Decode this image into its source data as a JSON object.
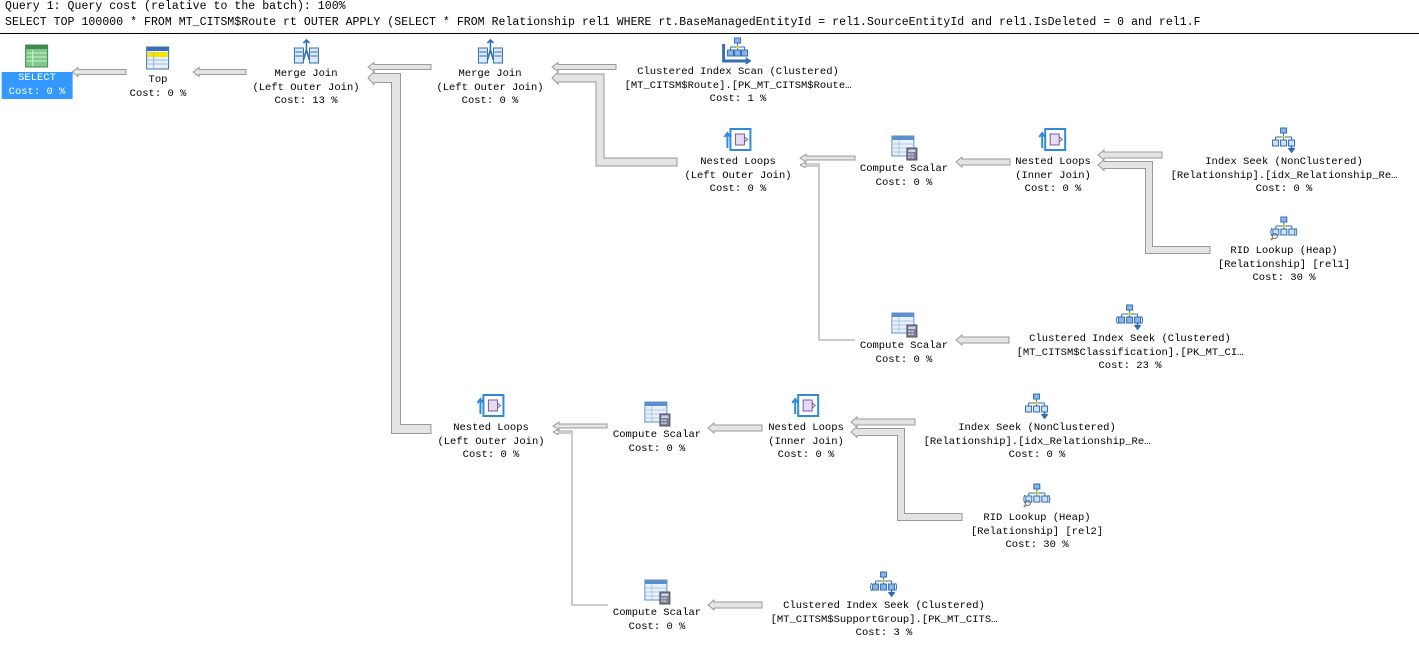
{
  "header": {
    "line1": "Query 1: Query cost (relative to the batch): 100%",
    "line2": "SELECT TOP 100000 * FROM MT_CITSM$Route rt OUTER APPLY (SELECT * FROM Relationship rel1 WHERE rt.BaseManagedEntityId = rel1.SourceEntityId and rel1.IsDeleted = 0 and rel1.F"
  },
  "colors": {
    "selected_bg": "#3399ff",
    "arrow_fill": "#e4e4e4",
    "arrow_stroke": "#9a9a9a"
  },
  "nodes": [
    {
      "id": "select",
      "icon": "select-icon",
      "lines": [
        "SELECT",
        "Cost: 0 %"
      ],
      "selected": true
    },
    {
      "id": "top",
      "icon": "top-icon",
      "lines": [
        "Top",
        "Cost: 0 %"
      ]
    },
    {
      "id": "merge1",
      "icon": "merge-join-icon",
      "lines": [
        "Merge Join",
        "(Left Outer Join)",
        "Cost: 13 %"
      ]
    },
    {
      "id": "merge2",
      "icon": "merge-join-icon",
      "lines": [
        "Merge Join",
        "(Left Outer Join)",
        "Cost: 0 %"
      ]
    },
    {
      "id": "ciscan",
      "icon": "clustered-index-scan-icon",
      "lines": [
        "Clustered Index Scan (Clustered)",
        "[MT_CITSM$Route].[PK_MT_CITSM$Route…",
        "Cost: 1 %"
      ]
    },
    {
      "id": "nl1",
      "icon": "nested-loops-icon",
      "lines": [
        "Nested Loops",
        "(Left Outer Join)",
        "Cost: 0 %"
      ]
    },
    {
      "id": "cs1",
      "icon": "compute-scalar-icon",
      "lines": [
        "Compute Scalar",
        "Cost: 0 %"
      ]
    },
    {
      "id": "nl2",
      "icon": "nested-loops-icon",
      "lines": [
        "Nested Loops",
        "(Inner Join)",
        "Cost: 0 %"
      ]
    },
    {
      "id": "is1",
      "icon": "index-seek-icon",
      "lines": [
        "Index Seek (NonClustered)",
        "[Relationship].[idx_Relationship_Re…",
        "Cost: 0 %"
      ]
    },
    {
      "id": "rid1",
      "icon": "rid-lookup-icon",
      "lines": [
        "RID Lookup (Heap)",
        "[Relationship] [rel1]",
        "Cost: 30 %"
      ]
    },
    {
      "id": "cs2",
      "icon": "compute-scalar-icon",
      "lines": [
        "Compute Scalar",
        "Cost: 0 %"
      ]
    },
    {
      "id": "ciseek1",
      "icon": "clustered-index-seek-icon",
      "lines": [
        "Clustered Index Seek (Clustered)",
        "[MT_CITSM$Classification].[PK_MT_CI…",
        "Cost: 23 %"
      ]
    },
    {
      "id": "nl3",
      "icon": "nested-loops-icon",
      "lines": [
        "Nested Loops",
        "(Left Outer Join)",
        "Cost: 0 %"
      ]
    },
    {
      "id": "cs3",
      "icon": "compute-scalar-icon",
      "lines": [
        "Compute Scalar",
        "Cost: 0 %"
      ]
    },
    {
      "id": "nl4",
      "icon": "nested-loops-icon",
      "lines": [
        "Nested Loops",
        "(Inner Join)",
        "Cost: 0 %"
      ]
    },
    {
      "id": "is2",
      "icon": "index-seek-icon",
      "lines": [
        "Index Seek (NonClustered)",
        "[Relationship].[idx_Relationship_Re…",
        "Cost: 0 %"
      ]
    },
    {
      "id": "rid2",
      "icon": "rid-lookup-icon",
      "lines": [
        "RID Lookup (Heap)",
        "[Relationship] [rel2]",
        "Cost: 30 %"
      ]
    },
    {
      "id": "cs4",
      "icon": "compute-scalar-icon",
      "lines": [
        "Compute Scalar",
        "Cost: 0 %"
      ]
    },
    {
      "id": "ciseek2",
      "icon": "clustered-index-seek-icon",
      "lines": [
        "Clustered Index Seek (Clustered)",
        "[MT_CITSM$SupportGroup].[PK_MT_CITS…",
        "Cost: 3 %"
      ]
    }
  ]
}
